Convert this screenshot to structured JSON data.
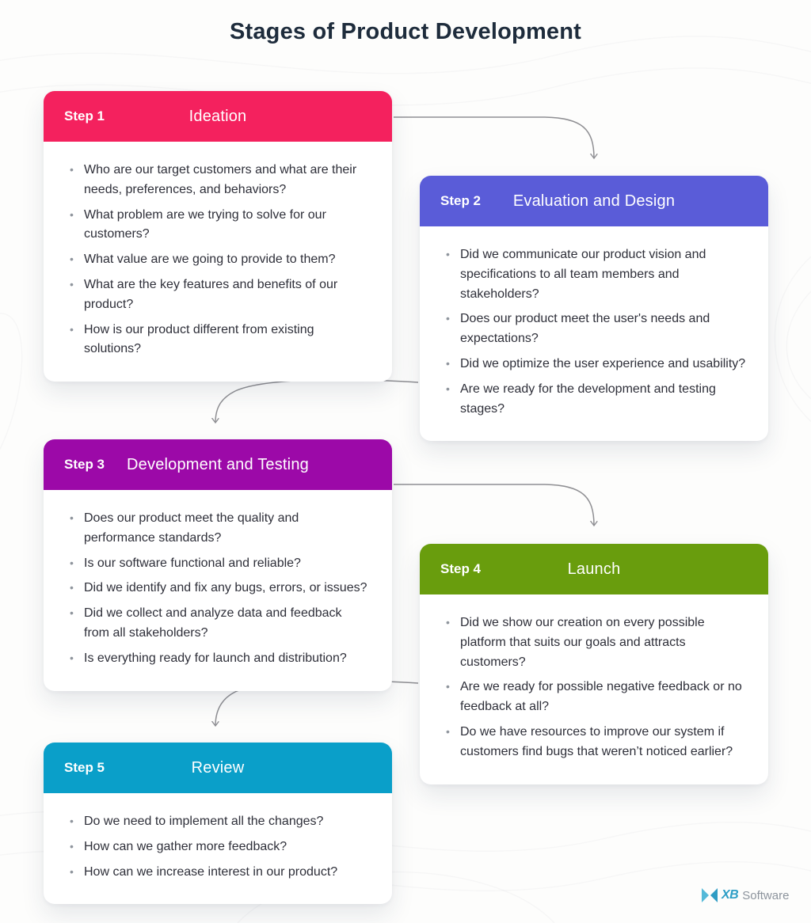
{
  "title": "Stages of Product Development",
  "steps": [
    {
      "label": "Step 1",
      "name": "Ideation",
      "color": "#f4215e",
      "questions": [
        "Who are our target customers and what are their needs, preferences, and behaviors?",
        "What problem are we trying to solve for our customers?",
        "What value are we going to provide to them?",
        "What are the key features and benefits of our product?",
        "How is our product different from existing solutions?"
      ]
    },
    {
      "label": "Step 2",
      "name": "Evaluation and Design",
      "color": "#5a5cd8",
      "questions": [
        "Did we communicate our product vision and specifications to all team members and stakeholders?",
        "Does our product meet the user's needs and expectations?",
        "Did we optimize the user experience and usability?",
        "Are we ready for the development and testing stages?"
      ]
    },
    {
      "label": "Step 3",
      "name": "Development and Testing",
      "color": "#9c09a8",
      "questions": [
        "Does our product meet the quality and performance standards?",
        "Is our software functional and reliable?",
        "Did we identify and fix any bugs, errors, or issues?",
        "Did we collect and analyze data and feedback from all stakeholders?",
        "Is everything ready for launch and distribution?"
      ]
    },
    {
      "label": "Step 4",
      "name": "Launch",
      "color": "#699d0d",
      "questions": [
        "Did we show our creation on every possible platform that suits our goals and attracts customers?",
        "Are we ready for possible negative feedback or no feedback at all?",
        "Do we have resources to improve our system if customers find bugs that weren’t noticed earlier?"
      ]
    },
    {
      "label": "Step 5",
      "name": "Review",
      "color": "#0a9fc9",
      "questions": [
        "Do we need to implement all the changes?",
        "How can we gather more feedback?",
        "How can we increase interest in our product?"
      ]
    }
  ],
  "logo": {
    "mark": "XB",
    "text": "Software"
  }
}
